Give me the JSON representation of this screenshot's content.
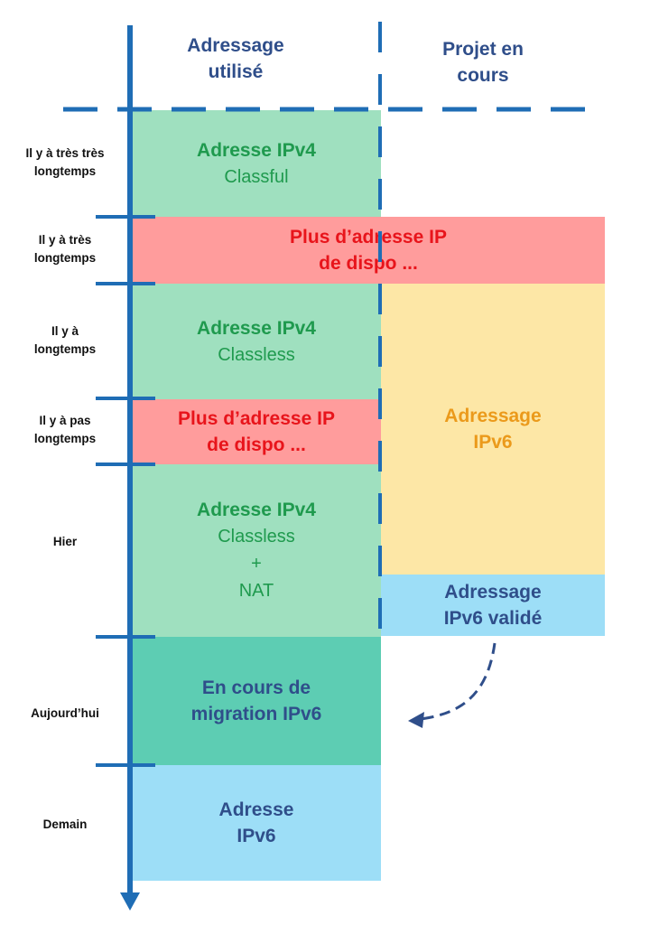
{
  "headers": {
    "used_line1": "Adressage",
    "used_line2": "utilisé",
    "project_line1": "Projet en",
    "project_line2": "cours"
  },
  "periods": [
    {
      "line1": "Il y à très très",
      "line2": "longtemps"
    },
    {
      "line1": "Il y à très",
      "line2": "longtemps"
    },
    {
      "line1": "Il y à",
      "line2": "longtemps"
    },
    {
      "line1": "Il y à pas",
      "line2": "longtemps"
    },
    {
      "line1": "Hier",
      "line2": ""
    },
    {
      "line1": "Aujourd’hui",
      "line2": ""
    },
    {
      "line1": "Demain",
      "line2": ""
    }
  ],
  "blocks": {
    "ipv4_classful": {
      "title": "Adresse IPv4",
      "subtitle": "Classful"
    },
    "shortage_1": {
      "line1": "Plus d’adresse IP",
      "line2": "de dispo ..."
    },
    "ipv4_classless": {
      "title": "Adresse IPv4",
      "subtitle": "Classless"
    },
    "shortage_2": {
      "line1": "Plus d’adresse IP",
      "line2": "de dispo ..."
    },
    "ipv4_classless_nat": {
      "title": "Adresse IPv4",
      "line2": "Classless",
      "line3": "+",
      "line4": "NAT"
    },
    "migration": {
      "line1": "En cours de",
      "line2": "migration IPv6"
    },
    "ipv6_future": {
      "line1": "Adresse",
      "line2": "IPv6"
    },
    "ipv6_project": {
      "line1": "Adressage",
      "line2": "IPv6"
    },
    "ipv6_validated": {
      "line1": "Adressage",
      "line2": "IPv6 validé"
    }
  },
  "colors": {
    "axis_blue": "#1f6db5",
    "green_fill": "#9fe0bf",
    "green_text": "#1f9a4e",
    "red_fill": "#ff9c9c",
    "red_text": "#e8141b",
    "yellow_fill": "#fde7a6",
    "orange_text": "#eb9a1b",
    "light_blue_fill": "#9ddef7",
    "teal_fill": "#5dcdb3",
    "navy_text": "#2f4e8a"
  }
}
